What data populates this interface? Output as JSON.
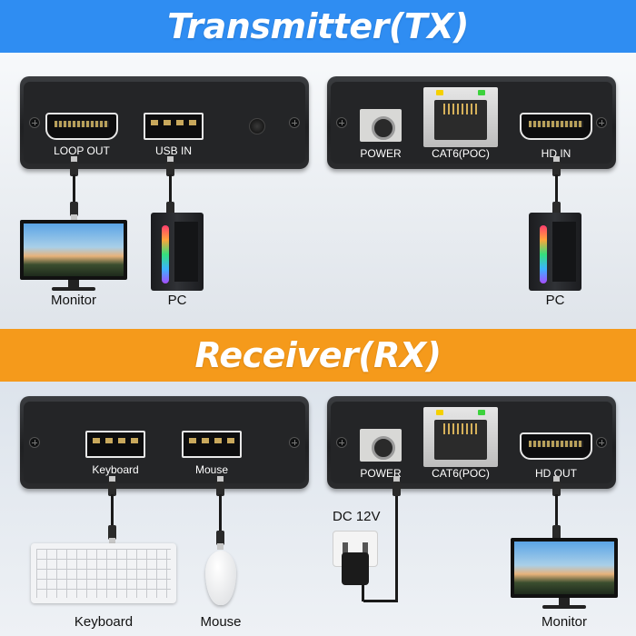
{
  "transmitter": {
    "banner_title": "Transmitter(TX)",
    "banner_color": "#2f8df2",
    "left_unit": {
      "loop_out_label": "LOOP OUT",
      "usb_in_label": "USB IN"
    },
    "right_unit": {
      "power_label": "POWER",
      "cat6_label": "CAT6(POC)",
      "hd_in_label": "HD IN"
    },
    "devices": {
      "monitor_caption": "Monitor",
      "pc_caption": "PC",
      "pc2_caption": "PC"
    }
  },
  "receiver": {
    "banner_title": "Receiver(RX)",
    "banner_color": "#f59a1b",
    "left_unit": {
      "keyboard_port_label": "Keyboard",
      "mouse_port_label": "Mouse"
    },
    "right_unit": {
      "power_label": "POWER",
      "cat6_label": "CAT6(POC)",
      "hd_out_label": "HD OUT"
    },
    "power_supply_label": "DC 12V",
    "devices": {
      "keyboard_caption": "Keyboard",
      "mouse_caption": "Mouse",
      "monitor_caption": "Monitor"
    }
  },
  "icons": [
    "hdmi-port-icon",
    "usb-port-icon",
    "rj45-port-icon",
    "dc-jack-icon",
    "monitor-icon",
    "pc-tower-icon",
    "keyboard-icon",
    "mouse-icon",
    "power-adapter-icon"
  ],
  "led_colors": {
    "left": "#f5d000",
    "right": "#3cd23c"
  }
}
